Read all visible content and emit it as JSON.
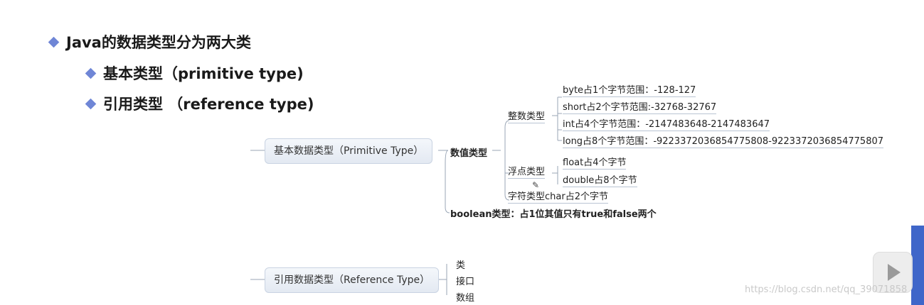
{
  "bullets": {
    "main": "Java的数据类型分为两大类",
    "sub1": "基本类型（primitive type)",
    "sub2": "引用类型 （reference type)"
  },
  "tree": {
    "primitive_node": "基本数据类型（Primitive Type）",
    "numeric": "数值类型",
    "integer": "整数类型",
    "int_items": [
      "byte占1个字节范围：-128-127",
      "short占2个字节范围:-32768-32767",
      "int占4个字节范围：-2147483648-2147483647",
      "long占8个字节范围：-9223372036854775808-9223372036854775807"
    ],
    "float_type": "浮点类型",
    "float_items": [
      "float占4个字节",
      "double占8个字节"
    ],
    "char_type": "字符类型char占2个字节",
    "boolean": "boolean类型：占1位其值只有true和false两个",
    "reference_node": "引用数据类型（Reference Type）",
    "ref_items": [
      "类",
      "接口",
      "数组"
    ]
  },
  "watermark": "https://blog.csdn.net/qq_39071858",
  "icons": {
    "bullet": "diamond-bullet-icon",
    "play": "play-icon",
    "pencil": "pencil-cursor-icon"
  },
  "colors": {
    "bullet": "#6f86d6",
    "node_border": "#c9d3e2",
    "edge": "#3f66c9"
  }
}
